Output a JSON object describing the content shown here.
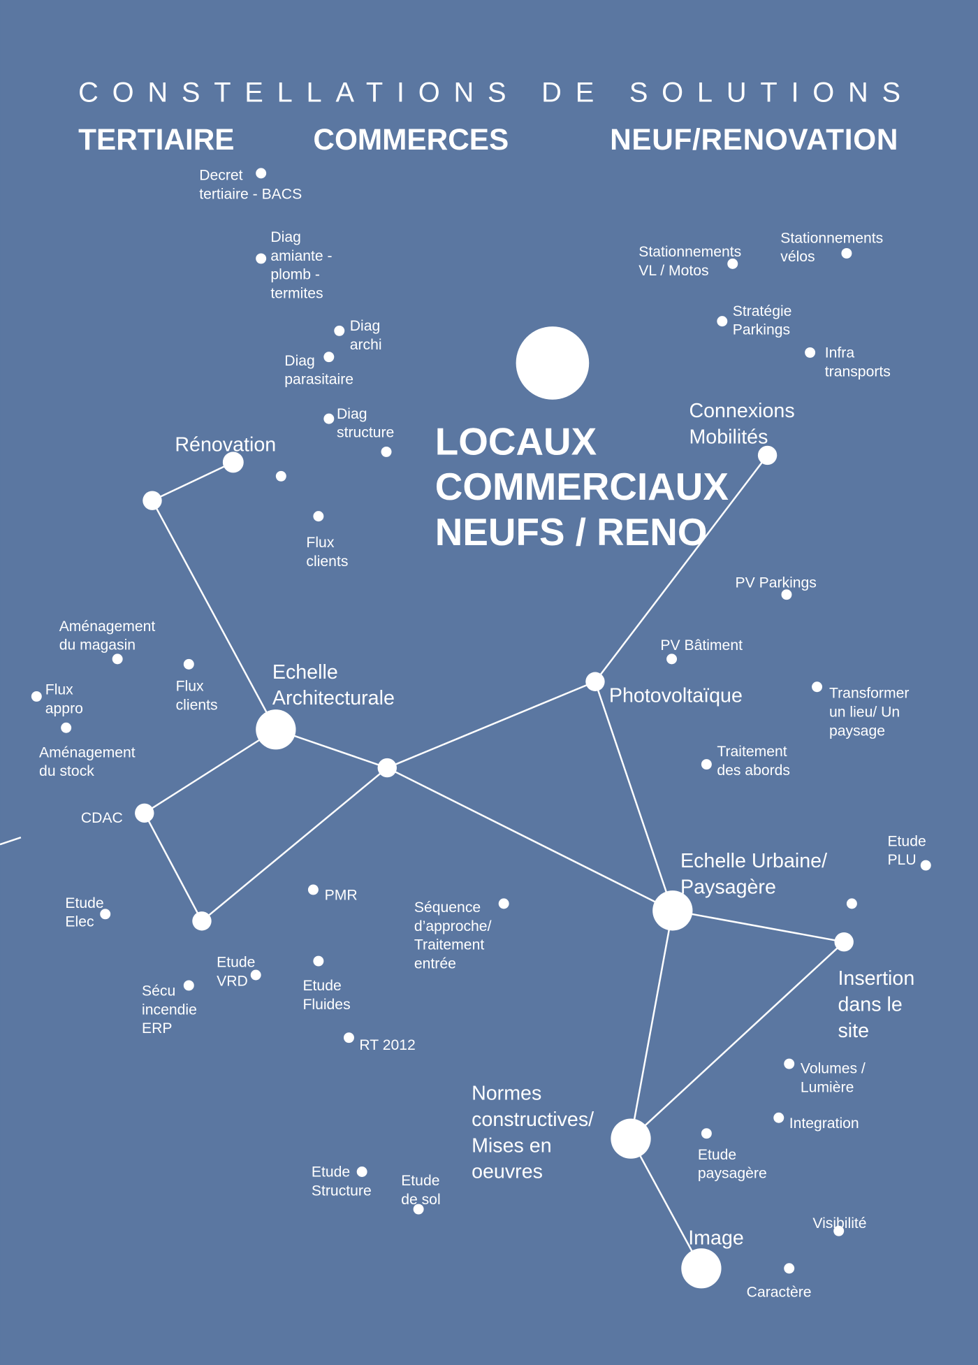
{
  "header": {
    "title": "CONSTELLATIONS DE SOLUTIONS",
    "subtitles": [
      "TERTIAIRE",
      "COMMERCES",
      "NEUF/RENOVATION"
    ]
  },
  "center": {
    "lines": [
      "LOCAUX",
      "COMMERCIAUX",
      "NEUFS / RENO"
    ]
  },
  "hubs": {
    "renovation": {
      "lines": [
        "Rénovation"
      ]
    },
    "connexions": {
      "lines": [
        "Connexions",
        "Mobilités"
      ]
    },
    "photovoltaique": {
      "lines": [
        "Photovoltaïque"
      ]
    },
    "archi": {
      "lines": [
        "Echelle",
        "Architecturale"
      ]
    },
    "urbaine": {
      "lines": [
        "Echelle Urbaine/",
        "Paysagère"
      ]
    },
    "insertion": {
      "lines": [
        "Insertion",
        "dans le",
        "site"
      ]
    },
    "normes": {
      "lines": [
        "Normes",
        "constructives/",
        "Mises en",
        "oeuvres"
      ]
    },
    "image": {
      "lines": [
        "Image"
      ]
    }
  },
  "items": {
    "decret": {
      "lines": [
        "Decret",
        "tertiaire - BACS"
      ]
    },
    "amiante": {
      "lines": [
        "Diag",
        "amiante -",
        "plomb -",
        "termites"
      ]
    },
    "diagarchi": {
      "lines": [
        "Diag",
        "archi"
      ]
    },
    "parasitaire": {
      "lines": [
        "Diag",
        "parasitaire"
      ]
    },
    "diagstructure": {
      "lines": [
        "Diag",
        "structure"
      ]
    },
    "fluxclients1": {
      "lines": [
        "Flux",
        "clients"
      ]
    },
    "statvl": {
      "lines": [
        "Stationnements",
        "VL / Motos"
      ]
    },
    "statvelos": {
      "lines": [
        "Stationnements",
        "vélos"
      ]
    },
    "strategie": {
      "lines": [
        "Stratégie",
        "Parkings"
      ]
    },
    "infra": {
      "lines": [
        "Infra",
        "transports"
      ]
    },
    "pvparkings": {
      "lines": [
        "PV Parkings"
      ]
    },
    "pvbatiment": {
      "lines": [
        "PV Bâtiment"
      ]
    },
    "transformer": {
      "lines": [
        "Transformer",
        "un lieu/ Un",
        "paysage"
      ]
    },
    "abords": {
      "lines": [
        "Traitement",
        "des abords"
      ]
    },
    "amenagmagasin": {
      "lines": [
        "Aménagement",
        "du magasin"
      ]
    },
    "fluxclients2": {
      "lines": [
        "Flux",
        "clients"
      ]
    },
    "fluxappro": {
      "lines": [
        "Flux",
        "appro"
      ]
    },
    "amenagstock": {
      "lines": [
        "Aménagement",
        "du stock"
      ]
    },
    "cdac": {
      "lines": [
        "CDAC"
      ]
    },
    "plu": {
      "lines": [
        "Etude",
        "PLU"
      ]
    },
    "elec": {
      "lines": [
        "Etude",
        "Elec"
      ]
    },
    "pmr": {
      "lines": [
        "PMR"
      ]
    },
    "sequence": {
      "lines": [
        "Séquence",
        "d’approche/",
        "Traitement",
        "entrée"
      ]
    },
    "vrd": {
      "lines": [
        "Etude",
        "VRD"
      ]
    },
    "secu": {
      "lines": [
        "Sécu",
        "incendie",
        "ERP"
      ]
    },
    "fluides": {
      "lines": [
        "Etude",
        "Fluides"
      ]
    },
    "rt": {
      "lines": [
        "RT 2012"
      ]
    },
    "volumes": {
      "lines": [
        "Volumes /",
        "Lumière"
      ]
    },
    "integration": {
      "lines": [
        "Integration"
      ]
    },
    "paysagere": {
      "lines": [
        "Etude",
        "paysagère"
      ]
    },
    "structure": {
      "lines": [
        "Etude",
        "Structure"
      ]
    },
    "sol": {
      "lines": [
        "Etude",
        "de sol"
      ]
    },
    "visibilite": {
      "lines": [
        "Visibilité"
      ]
    },
    "caractere": {
      "lines": [
        "Caractère"
      ]
    }
  }
}
